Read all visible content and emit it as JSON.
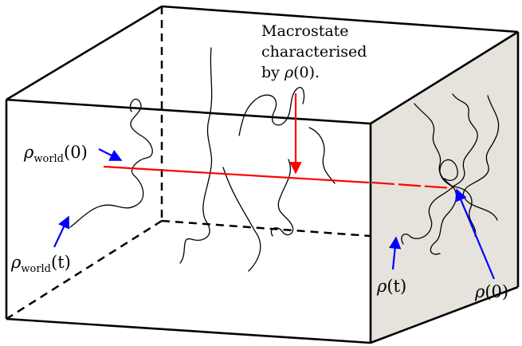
{
  "caption": {
    "line1": "Macrostate",
    "line2": "characterised",
    "line3_prefix": "by ",
    "line3_symbol": "ρ",
    "line3_suffix": "(0)."
  },
  "labels": {
    "rho_world_0": {
      "symbol": "ρ",
      "subscript": "world",
      "arg": "(0)"
    },
    "rho_world_t": {
      "symbol": "ρ",
      "subscript": "world",
      "arg": "(t)"
    },
    "rho_t": {
      "symbol": "ρ",
      "arg": "(t)"
    },
    "rho_0": {
      "symbol": "ρ",
      "arg": "(0)"
    }
  },
  "colors": {
    "red": "#ff0000",
    "blue": "#0000ff",
    "face": "#e5e3dc",
    "stroke": "#000000"
  }
}
